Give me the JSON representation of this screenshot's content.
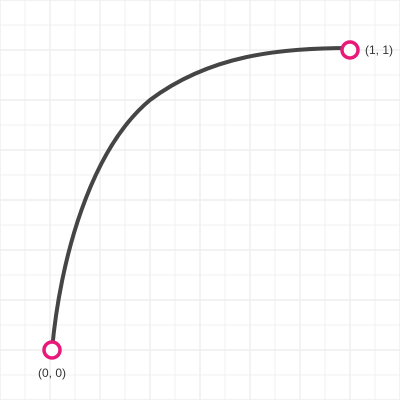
{
  "editor": {
    "start_point": {
      "label": "(0, 0)",
      "x": 0,
      "y": 0
    },
    "end_point": {
      "label": "(1, 1)",
      "x": 1,
      "y": 1
    }
  },
  "colors": {
    "curve": "#454545",
    "handle": "#e8197a",
    "grid": "#eeeeee",
    "background": "#ffffff"
  }
}
